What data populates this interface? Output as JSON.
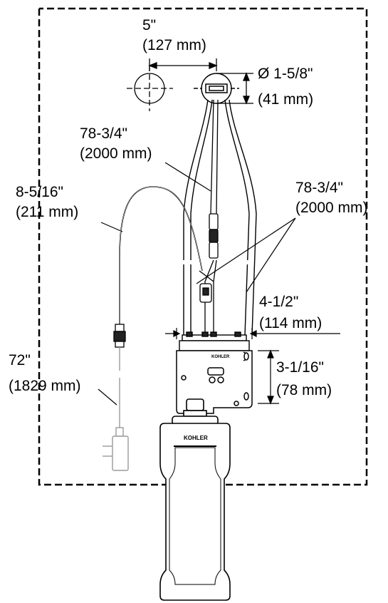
{
  "dimensions": {
    "spacing": {
      "imperial": "5\"",
      "metric": "(127 mm)"
    },
    "hole_diameter": {
      "imperial": "Ø 1-5/8\"",
      "metric": "(41 mm)"
    },
    "upper_hose_length": {
      "imperial": "78-3/4\"",
      "metric": "(2000 mm)"
    },
    "right_hose_length": {
      "imperial": "78-3/4\"",
      "metric": "(2000 mm)"
    },
    "cable_length": {
      "imperial": "8-5/16\"",
      "metric": "(211 mm)"
    },
    "box_width": {
      "imperial": "4-1/2\"",
      "metric": "(114 mm)"
    },
    "box_height": {
      "imperial": "3-1/16\"",
      "metric": "(78 mm)"
    },
    "adapter_cord": {
      "imperial": "72\"",
      "metric": "(1829 mm)"
    }
  },
  "branding": {
    "control_box_logo": "KOHLER",
    "battery_logo": "KOHLER"
  }
}
